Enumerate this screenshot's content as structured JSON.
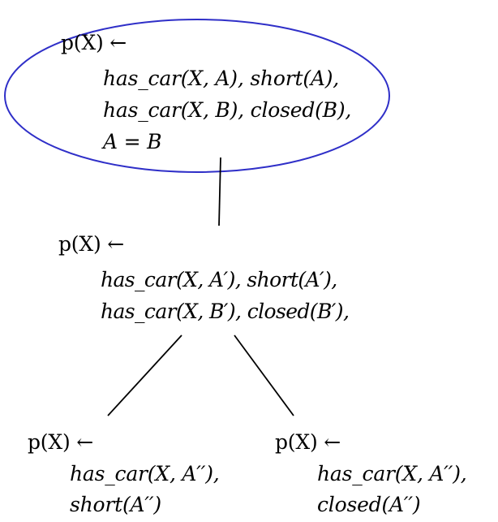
{
  "highlight_color": "#2f2fc8",
  "nodes": {
    "root": {
      "head": "p(X) ←",
      "lines": [
        "has_car(X, A),  short(A),",
        "has_car(X, B),  closed(B),",
        "A = B"
      ]
    },
    "middle": {
      "head": "p(X) ←",
      "lines": [
        "has_car(X, A′), short(A′),",
        "has_car(X, B′), closed(B′),"
      ]
    },
    "left": {
      "head": "p(X) ←",
      "lines": [
        "has_car(X, A′′),",
        "short(A′′)"
      ]
    },
    "right": {
      "head": "p(X) ←",
      "lines": [
        "has_car(X, A′′),",
        "closed(A′′)"
      ]
    }
  }
}
